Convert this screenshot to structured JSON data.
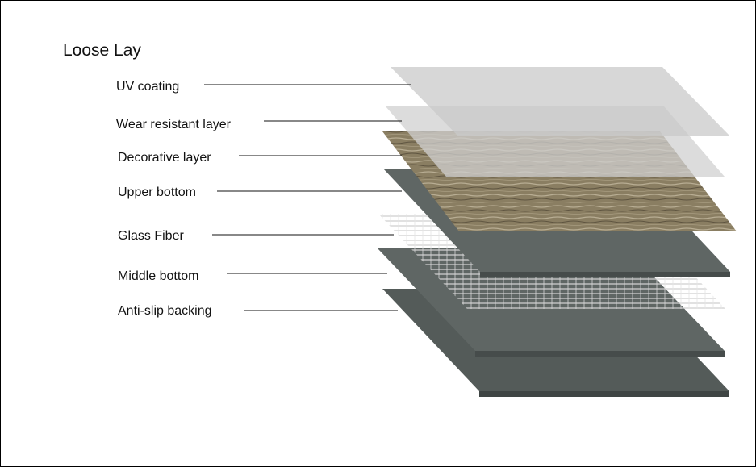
{
  "title": "Loose Lay",
  "layers": [
    {
      "id": "uv",
      "label": "UV coating",
      "fill": "#cfcfcf"
    },
    {
      "id": "wear",
      "label": "Wear resistant layer",
      "fill": "#d6d6d6"
    },
    {
      "id": "decorative",
      "label": "Decorative layer",
      "fill": "#8a7e62"
    },
    {
      "id": "upper",
      "label": "Upper bottom",
      "fill": "#5f6664"
    },
    {
      "id": "glass",
      "label": "Glass Fiber",
      "fill": "#d9d9d9"
    },
    {
      "id": "middle",
      "label": "Middle bottom",
      "fill": "#5f6664"
    },
    {
      "id": "antislip",
      "label": "Anti-slip backing",
      "fill": "#545b59"
    }
  ]
}
